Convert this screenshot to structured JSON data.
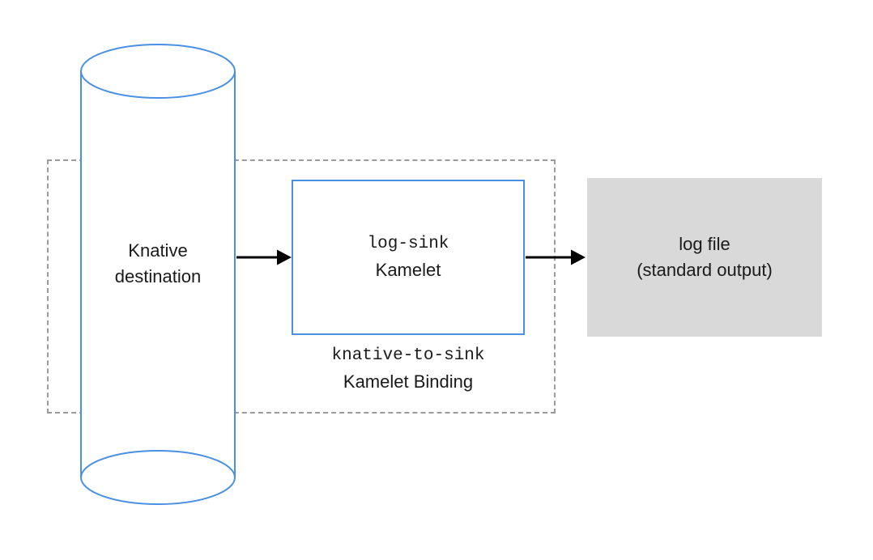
{
  "diagram": {
    "knative_destination": {
      "label_line1": "Knative",
      "label_line2": "destination"
    },
    "kamelet": {
      "name": "log-sink",
      "label": "Kamelet"
    },
    "binding": {
      "name": "knative-to-sink",
      "label": "Kamelet Binding"
    },
    "log_file": {
      "label_line1": "log file",
      "label_line2": "(standard output)"
    },
    "colors": {
      "blue": "#4a90e2",
      "gray_fill": "#d9d9d9",
      "dashed_border": "#9b9b9b",
      "arrow": "#000000"
    }
  }
}
